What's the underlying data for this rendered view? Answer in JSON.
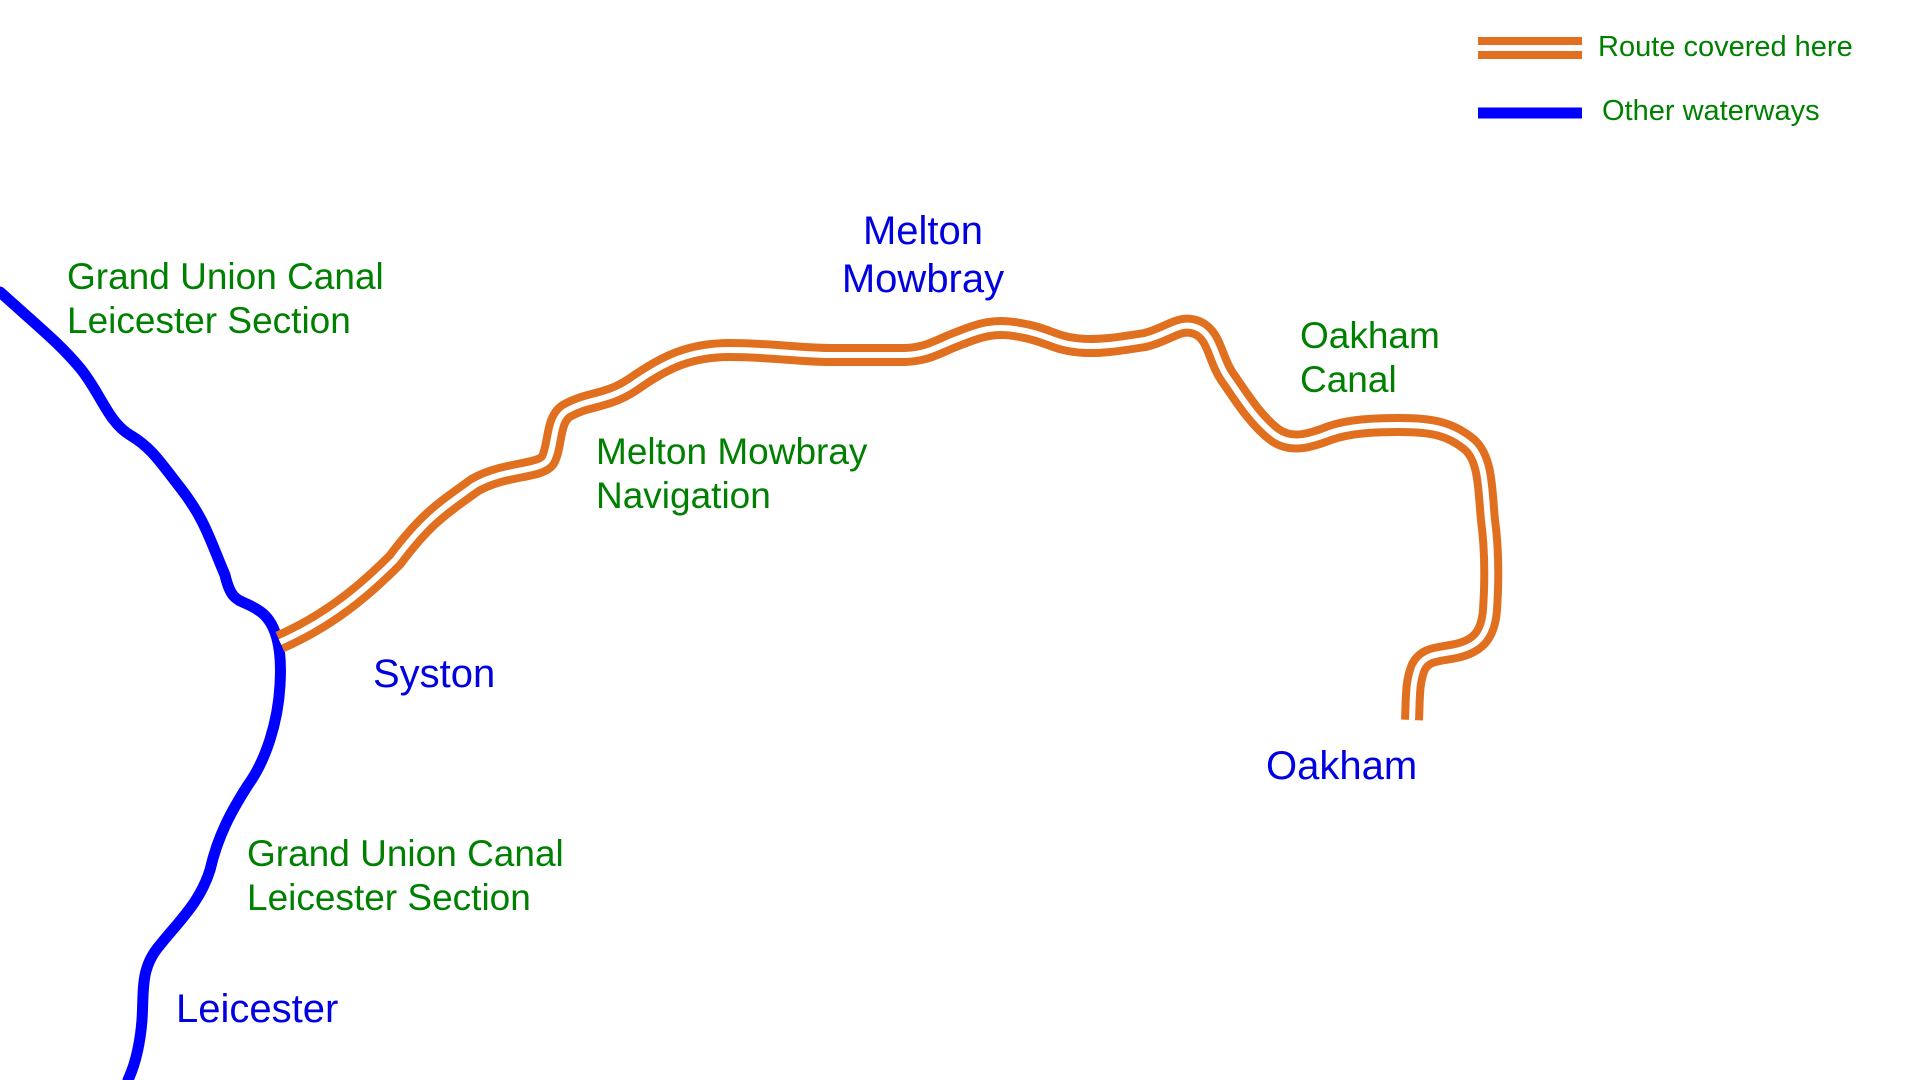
{
  "colors": {
    "route": "#e07020",
    "other_waterway": "#0000ff",
    "waterway_label": "#008000",
    "place_label": "#0000e0",
    "background": "#ffffff"
  },
  "legend": {
    "route_label": "Route covered here",
    "other_label": "Other waterways"
  },
  "places": {
    "melton": [
      "Melton",
      "Mowbray"
    ],
    "syston": "Syston",
    "oakham": "Oakham",
    "leicester": "Leicester"
  },
  "waterways": {
    "gu_north": [
      "Grand Union Canal",
      "Leicester Section"
    ],
    "gu_south": [
      "Grand Union Canal",
      "Leicester Section"
    ],
    "melton_nav": [
      "Melton Mowbray",
      "Navigation"
    ],
    "oakham_canal": [
      "Oakham",
      "Canal"
    ]
  }
}
